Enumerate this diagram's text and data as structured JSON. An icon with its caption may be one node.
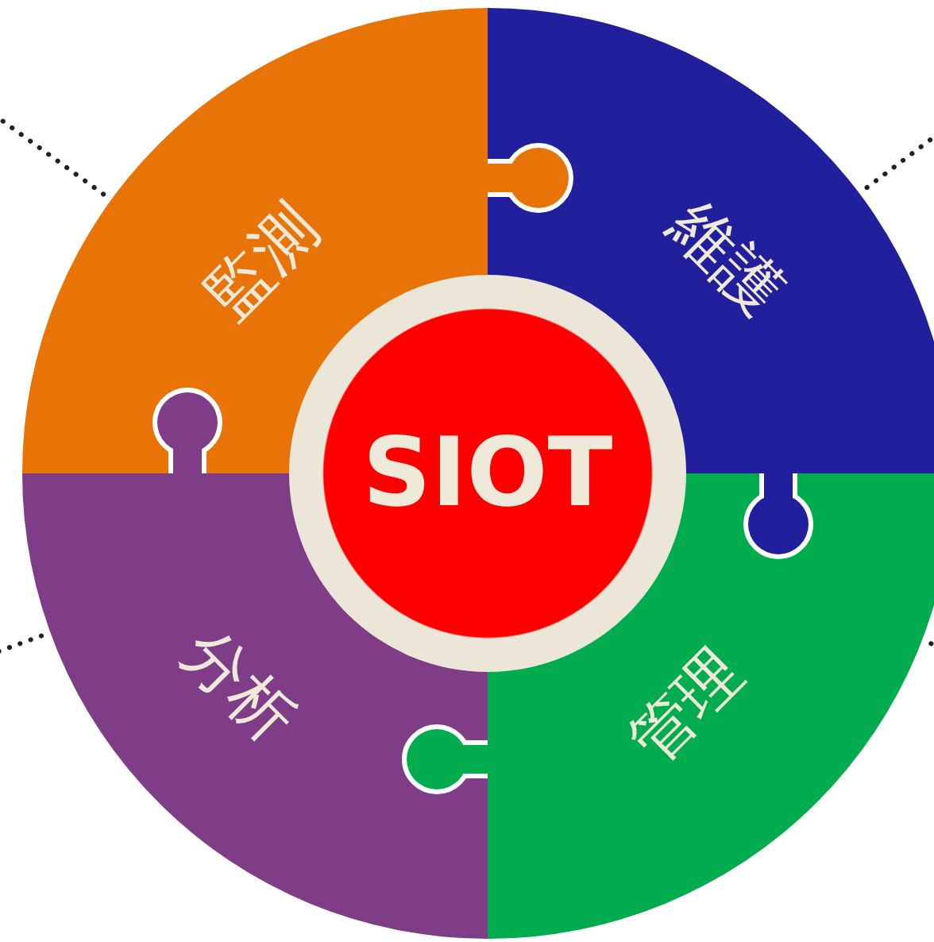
{
  "diagram": {
    "nodes": [
      {
        "text": [
          "監測"
        ]
      },
      {
        "text": [
          "維護"
        ]
      },
      {
        "text": [
          "管理"
        ]
      },
      {
        "text": [
          "分析"
        ]
      },
      {
        "text": [
          "SIOT"
        ]
      }
    ],
    "edges": [
      {
        "from": 0,
        "to": null,
        "arrow": "none",
        "style": "dashed"
      },
      {
        "from": 1,
        "to": null,
        "arrow": "none",
        "style": "dashed"
      },
      {
        "from": 2,
        "to": null,
        "arrow": "none",
        "style": "dashed"
      },
      {
        "from": 3,
        "to": null,
        "arrow": "none",
        "style": "dashed"
      }
    ]
  }
}
